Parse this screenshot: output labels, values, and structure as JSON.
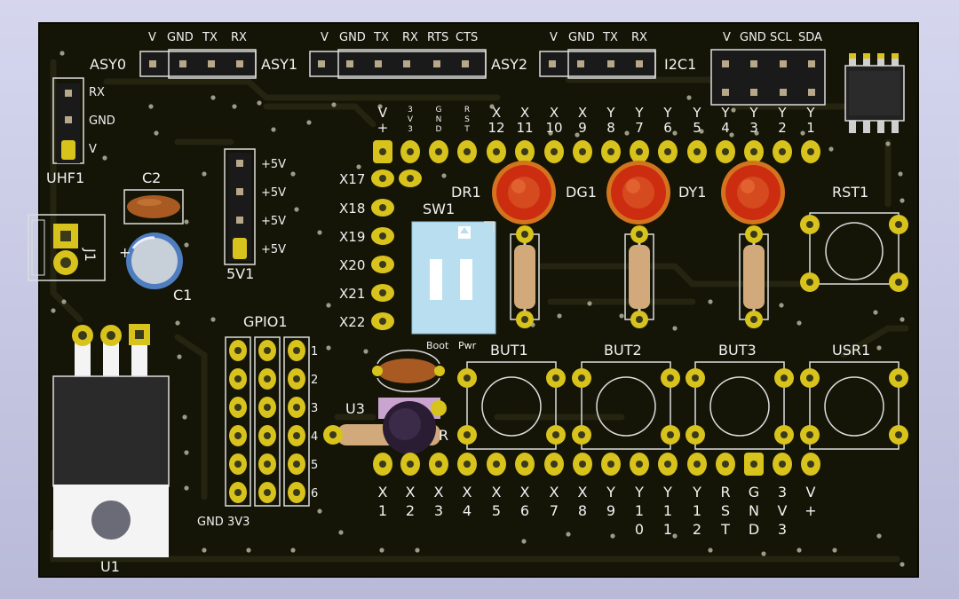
{
  "colors": {
    "board": "#141407",
    "copper": "#d8c21c",
    "silkscreen": "#f2f2f2",
    "background": "#c7c8e2",
    "led": "#cc2d10",
    "switch": "#b9def0"
  },
  "connectors": {
    "asy0": {
      "ref": "ASY0",
      "pins": [
        "V",
        "GND",
        "TX",
        "RX"
      ]
    },
    "asy1": {
      "ref": "ASY1",
      "pins": [
        "V",
        "GND",
        "TX",
        "RX",
        "RTS",
        "CTS"
      ]
    },
    "asy2": {
      "ref": "ASY2",
      "pins": [
        "V",
        "GND",
        "TX",
        "RX"
      ]
    },
    "i2c1": {
      "ref": "I2C1",
      "pins": [
        "V",
        "GND",
        "SCL",
        "SDA"
      ]
    },
    "uhf1": {
      "ref": "UHF1",
      "pins": [
        "RX",
        "GND",
        "V"
      ]
    },
    "power5v": {
      "ref": "5V1",
      "pins": [
        "+5V",
        "+5V",
        "+5V",
        "+5V"
      ]
    },
    "gpio1": {
      "ref": "GPIO1",
      "rows": [
        "1",
        "2",
        "3",
        "4",
        "5",
        "6"
      ],
      "bottom": [
        "GND",
        "3V3"
      ]
    }
  },
  "header_top": {
    "labels": [
      [
        "V",
        "+"
      ],
      [
        "3",
        "V",
        "3"
      ],
      [
        "G",
        "N",
        "D"
      ],
      [
        "R",
        "S",
        "T"
      ],
      [
        "X",
        "12"
      ],
      [
        "X",
        "11"
      ],
      [
        "X",
        "10"
      ],
      [
        "X",
        "9"
      ],
      [
        "Y",
        "8"
      ],
      [
        "Y",
        "7"
      ],
      [
        "Y",
        "6"
      ],
      [
        "Y",
        "5"
      ],
      [
        "Y",
        "4"
      ],
      [
        "Y",
        "3"
      ],
      [
        "Y",
        "2"
      ],
      [
        "Y",
        "1"
      ]
    ]
  },
  "header_left": {
    "labels": [
      "X17",
      "X18",
      "X19",
      "X20",
      "X21",
      "X22"
    ]
  },
  "header_bottom": {
    "labels": [
      [
        "X",
        "1"
      ],
      [
        "X",
        "2"
      ],
      [
        "X",
        "3"
      ],
      [
        "X",
        "4"
      ],
      [
        "X",
        "5"
      ],
      [
        "X",
        "6"
      ],
      [
        "X",
        "7"
      ],
      [
        "X",
        "8"
      ],
      [
        "Y",
        "9"
      ],
      [
        "Y",
        "1",
        "0"
      ],
      [
        "Y",
        "1",
        "1"
      ],
      [
        "Y",
        "1",
        "2"
      ],
      [
        "R",
        "S",
        "T"
      ],
      [
        "G",
        "N",
        "D"
      ],
      [
        "3",
        "V",
        "3"
      ],
      [
        "V",
        "+"
      ]
    ]
  },
  "components": {
    "c1": "C1",
    "c2": "C2",
    "j1": "J1",
    "u1": "U1",
    "u3": "U3",
    "sw1": "SW1",
    "sw1_boot": "Boot",
    "sw1_pwr": "Pwr",
    "dr1": "DR1",
    "dg1": "DG1",
    "dy1": "DY1",
    "rst1": "RST1",
    "but1": "BUT1",
    "but2": "BUT2",
    "but3": "BUT3",
    "usr1": "USR1",
    "r_partial": "R",
    "c1_plus": "+"
  }
}
